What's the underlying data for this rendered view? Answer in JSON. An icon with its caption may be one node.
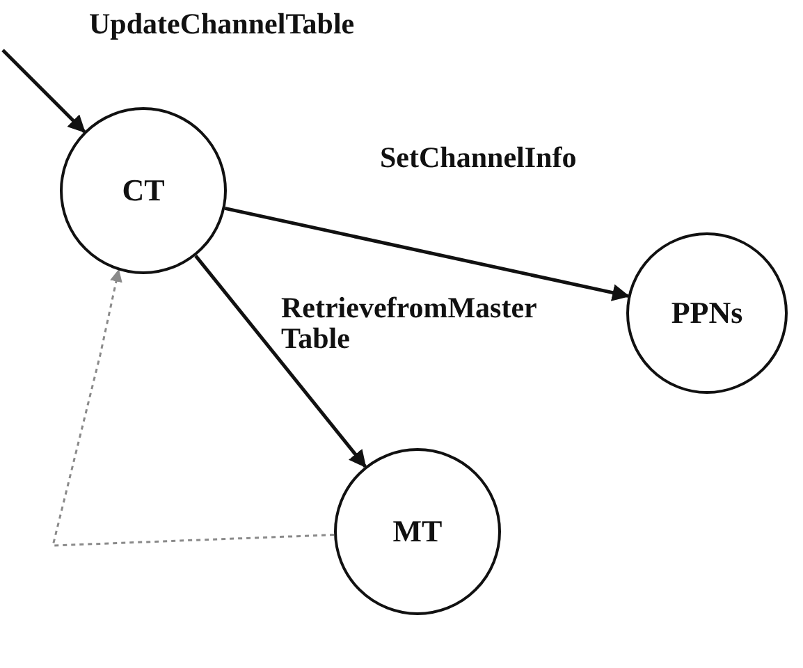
{
  "diagram": {
    "nodes": [
      {
        "text": [
          "CT"
        ]
      },
      {
        "text": [
          "PPNs"
        ]
      },
      {
        "text": [
          "MT"
        ]
      }
    ],
    "edges": [
      {
        "from": null,
        "to": 0,
        "arrow": "to",
        "label": "UpdateChannelTable"
      },
      {
        "from": 0,
        "to": 1,
        "arrow": "to",
        "label": "SetChannelInfo"
      },
      {
        "from": 0,
        "to": 2,
        "arrow": "to",
        "label": "RetrievefromMaster Table"
      },
      {
        "from": 2,
        "to": 0,
        "arrow": "to",
        "style": "dashed",
        "color": "#8a8a8a"
      }
    ]
  }
}
